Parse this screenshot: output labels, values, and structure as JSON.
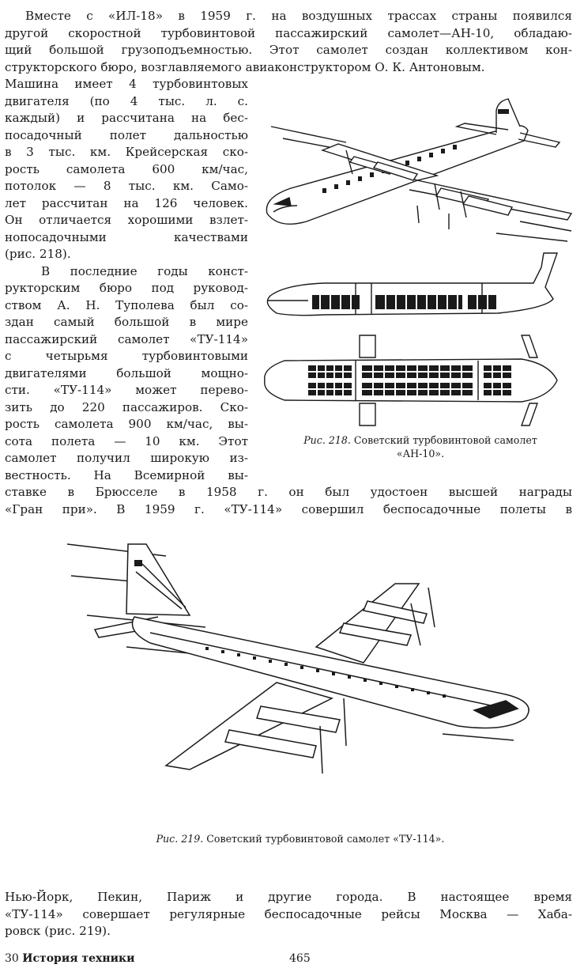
{
  "top_paragraph": [
    "Вместе с «ИЛ-18» в 1959 г. на воздушных трассах страны появился",
    "другой скоростной турбовинтовой пассажирский самолет—АН-10, обладаю-",
    "щий большой грузоподъемностью. Этот самолет создан коллективом кон-",
    "структорского бюро, возглавляемого авиаконструктором О. К. Антоновым."
  ],
  "left_column": [
    "Машина имеет 4 турбовинтовых",
    "двигателя (по 4 тыс. л. с.",
    "каждый) и рассчитана на бес-",
    "посадочный полет дальностью",
    "в 3 тыс. км. Крейсерская ско-",
    "рость самолета 600 км/час,",
    "потолок — 8 тыс. км. Само-",
    "лет рассчитан на 126 человек.",
    "Он отличается хорошими взлет-",
    "нопосадочными качествами",
    "(рис. 218).",
    "В последние годы конст-",
    "рукторским бюро под руковод-",
    "ством А. Н. Туполева был со-",
    "здан самый большой в мире",
    "пассажирский самолет «ТУ-114»",
    "с четырьмя турбовинтовыми",
    "двигателями большой мощно-",
    "сти. «ТУ-114» может перево-",
    "зить до 220 пассажиров. Ско-",
    "рость самолета 900 км/час, вы-",
    "сота полета — 10 км. Этот",
    "самолет получил широкую из-",
    "вестность. На Всемирной вы-"
  ],
  "wide_continuation": [
    "ставке в Брюсселе в 1958 г. он был удостоен высшей награды",
    "«Гран при». В 1959 г. «ТУ-114» совершил беспосадочные полеты в"
  ],
  "figure_218": {
    "caption_label": "Рис. 218.",
    "caption_text": "Советский турбовинтовой самолет",
    "caption_text_2": "«АН-10»."
  },
  "figure_219": {
    "caption_label": "Рис. 219.",
    "caption_text": "Советский турбовинтовой самолет «ТУ-114»."
  },
  "bottom_paragraph": [
    "Нью-Йорк, Пекин, Париж и другие города. В настоящее время",
    "«ТУ-114» совершает регулярные беспосадочные рейсы Москва — Хаба-",
    "ровск (рис. 219)."
  ],
  "footer": {
    "signature_number": "30",
    "signature_title": "История техники",
    "page_number": "465"
  }
}
